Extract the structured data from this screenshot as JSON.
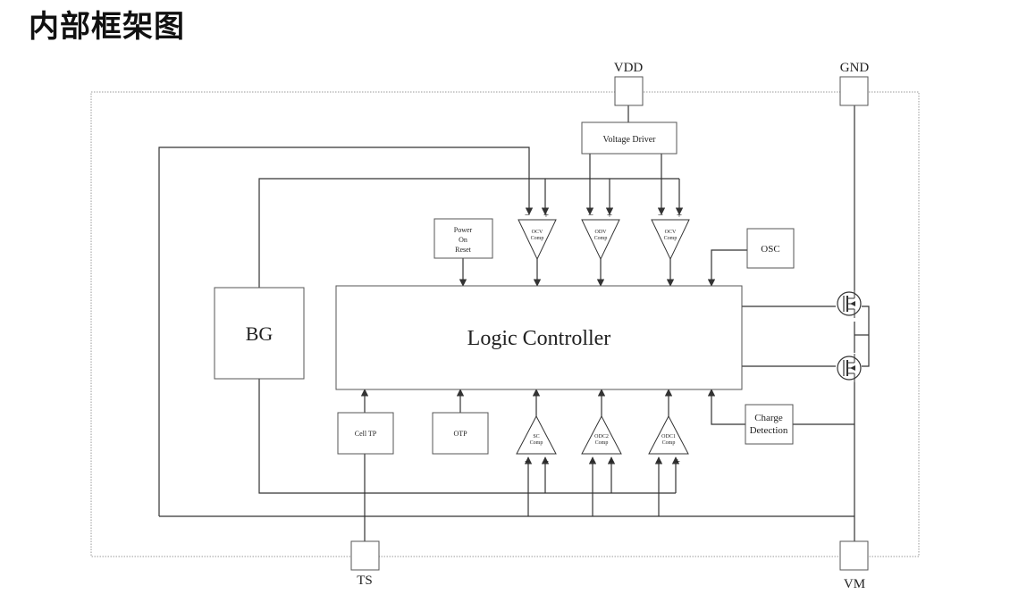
{
  "page": {
    "title": "内部框架图"
  },
  "pins": {
    "vdd": "VDD",
    "gnd": "GND",
    "ts": "TS",
    "vm": "VM"
  },
  "blocks": {
    "voltage_driver": "Voltage Driver",
    "logic_controller": "Logic Controller",
    "bg": "BG",
    "osc": "OSC",
    "power_on_reset": [
      "Power",
      "On",
      "Reset"
    ],
    "cell_tp": "Cell TP",
    "otp": "OTP",
    "charge_detection": [
      "Charge",
      "Detection"
    ]
  },
  "comparators_top": [
    {
      "line1": "OCV",
      "line2": "Comp"
    },
    {
      "line1": "ODV",
      "line2": "Comp"
    },
    {
      "line1": "OCV",
      "line2": "Comp"
    }
  ],
  "comparators_bottom": [
    {
      "line1": "SC",
      "line2": "Comp"
    },
    {
      "line1": "ODC2",
      "line2": "Comp"
    },
    {
      "line1": "ODC1",
      "line2": "Comp"
    }
  ],
  "signs": {
    "minus": "−",
    "plus": "+"
  },
  "colors": {
    "line": "#333333",
    "border": "#999999"
  }
}
